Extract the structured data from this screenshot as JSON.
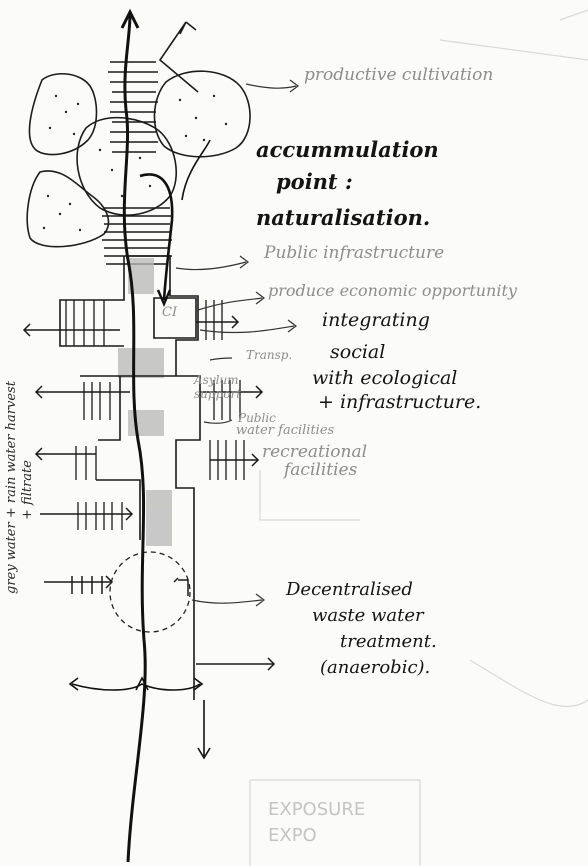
{
  "labels": {
    "productive_cultivation": "productive cultivation",
    "accumulation_point": "accummulation",
    "accumulation_point2": "point :",
    "naturalisation": "naturalisation.",
    "public_infrastructure": "Public infrastructure",
    "produce_economic": "produce economic opportunity",
    "integrating_1": "integrating",
    "integrating_2": "social",
    "integrating_3": "with ecological",
    "integrating_4": "+ infrastructure.",
    "transport": "Transp.",
    "asylum_support_1": "Asylum",
    "asylum_support_2": "support",
    "public_water_1": "Public",
    "public_water_2": "water facilities",
    "recreational_1": "recreational",
    "recreational_2": "facilities",
    "decentralised_1": "Decentralised",
    "decentralised_2": "waste water",
    "decentralised_3": "treatment.",
    "decentralised_4": "(anaerobic).",
    "ci_mark": "CI",
    "vertical_1": "grey water + rain water harvest",
    "vertical_2": "+ filtrate",
    "exposure_1": "EXPOSURE",
    "exposure_2": "EXPO"
  },
  "colors": {
    "ink": "#141414",
    "pencil": "#8d8d8d",
    "ghost": "#c4c4c4",
    "paper": "#fbfbf9"
  }
}
